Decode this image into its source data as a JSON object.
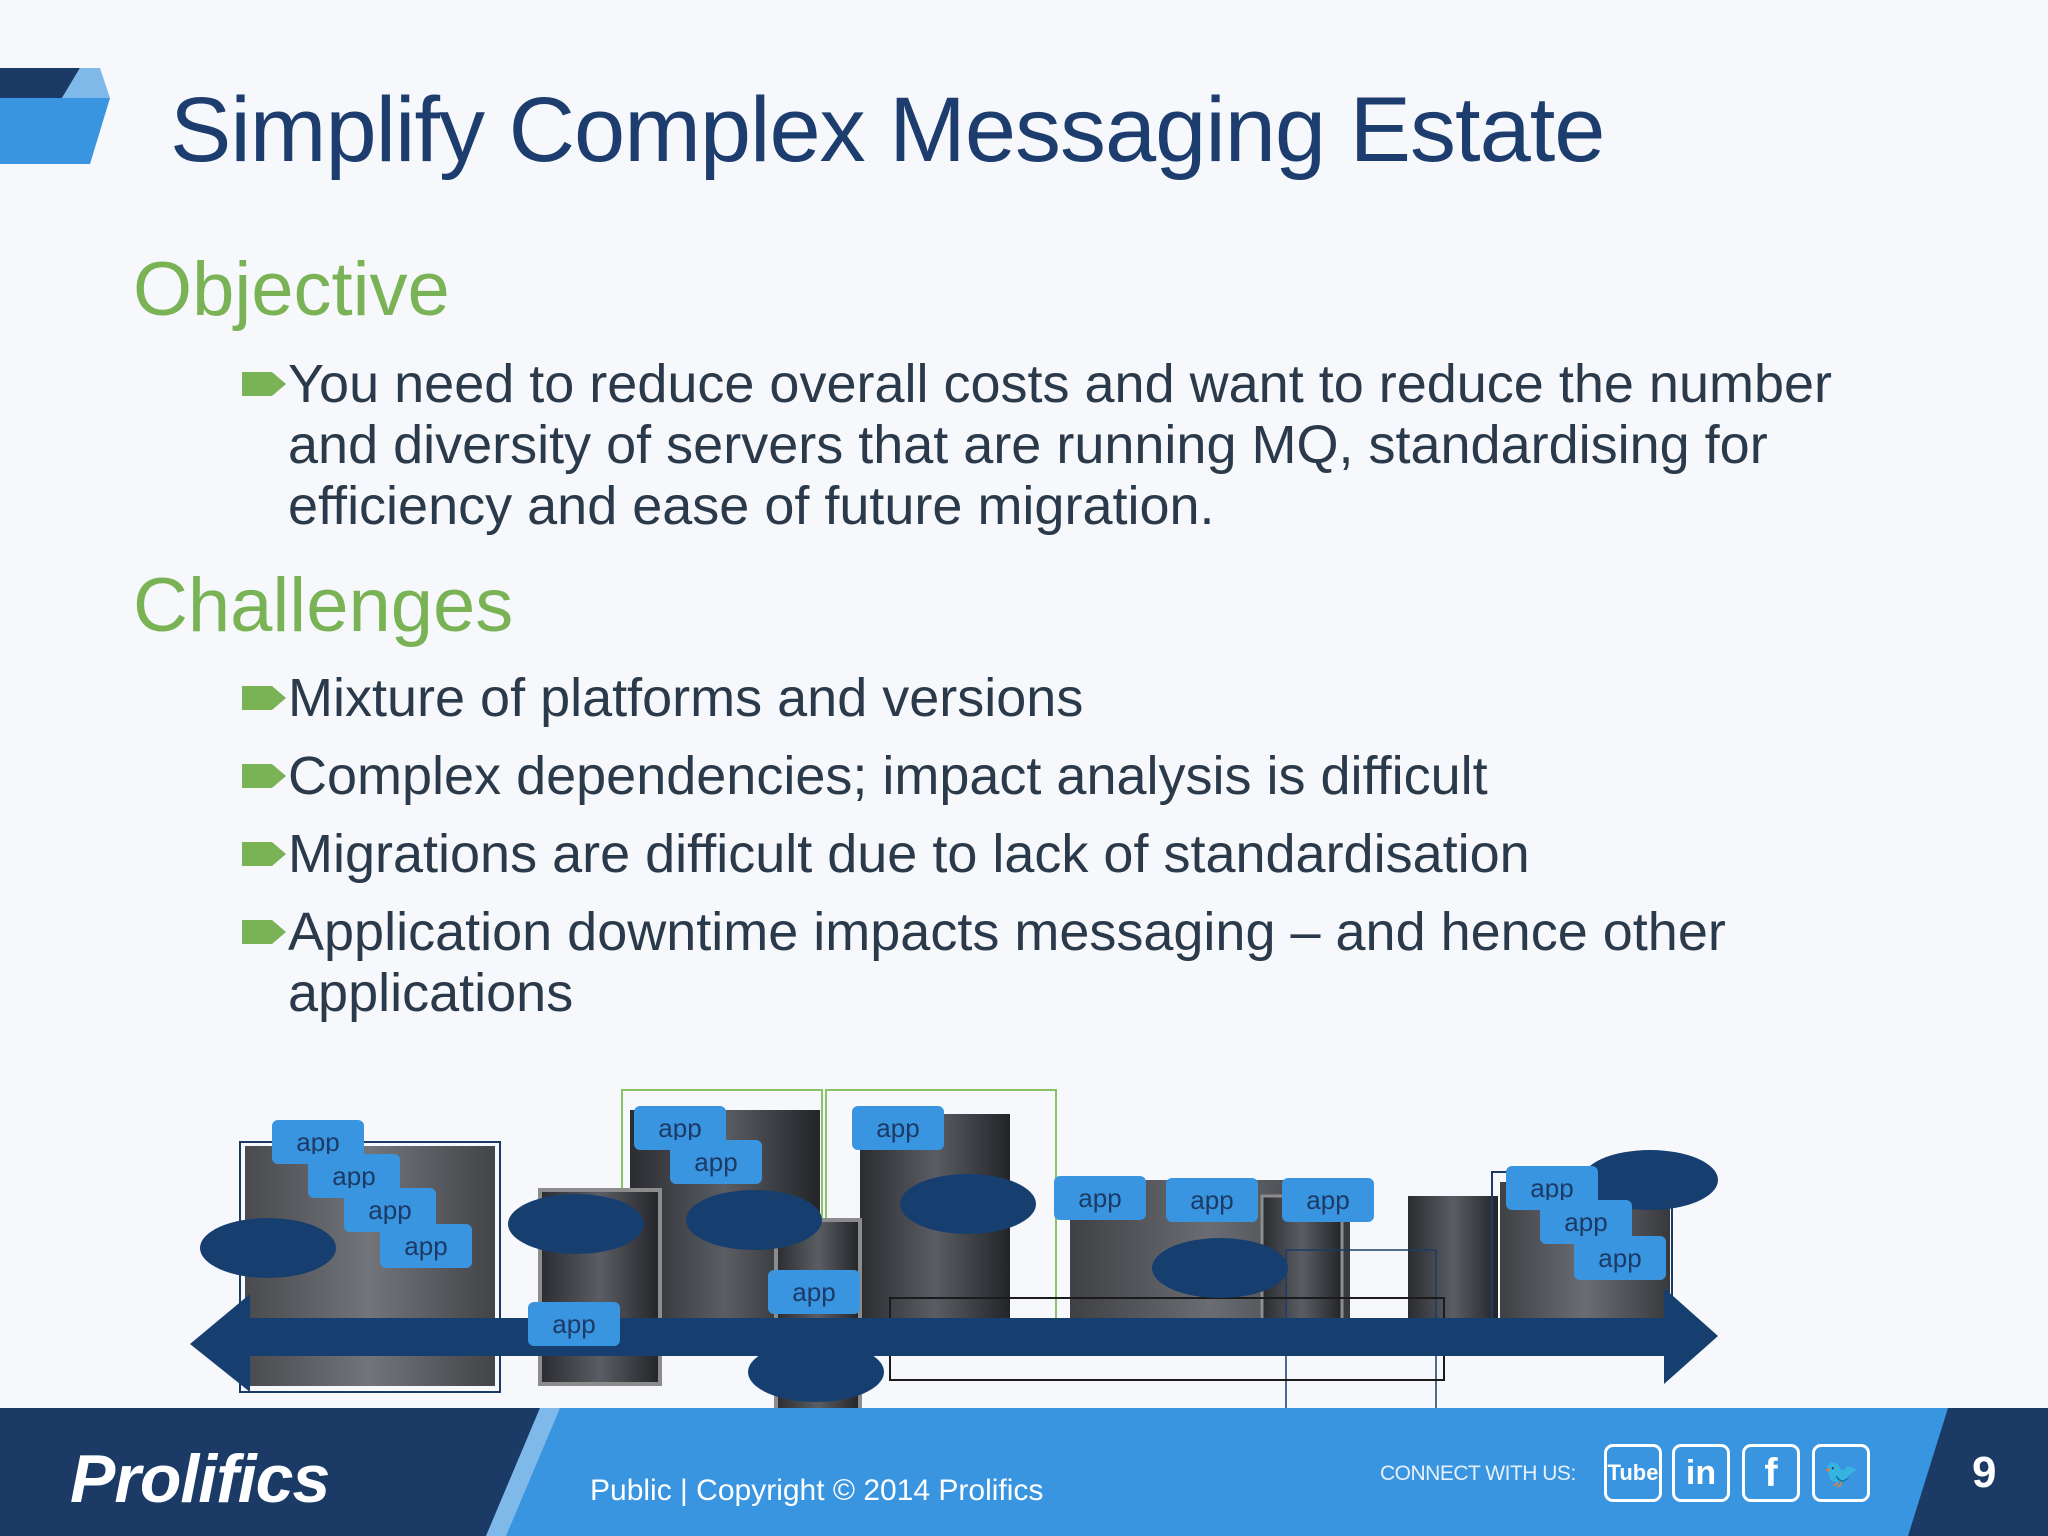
{
  "slide": {
    "title": "Simplify Complex Messaging Estate",
    "objective_heading": "Objective",
    "objective_text": "You need to reduce overall costs and want to reduce the number and diversity of servers that are running MQ, standardising for efficiency and ease of future migration.",
    "challenges_heading": "Challenges",
    "challenges": [
      "Mixture of platforms and versions",
      "Complex dependencies; impact analysis is difficult",
      "Migrations are difficult due to lack of standardisation",
      "Application downtime impacts messaging – and hence other applications"
    ]
  },
  "diagram": {
    "app_label": "app"
  },
  "footer": {
    "brand": "Prolifics",
    "text": "Public  |  Copyright © 2014 Prolifics",
    "connect_label": "CONNECT WITH US:",
    "social": [
      {
        "name": "youtube-icon",
        "label": "Tube"
      },
      {
        "name": "linkedin-icon",
        "label": "in"
      },
      {
        "name": "facebook-icon",
        "label": "f"
      },
      {
        "name": "twitter-icon",
        "label": "🐦"
      }
    ],
    "page_number": "9"
  },
  "colors": {
    "title": "#1c3d6e",
    "heading": "#7ab356",
    "footer_dark": "#1b3a66",
    "footer_light": "#3a95e0",
    "app_box": "#3a95e0",
    "node_oval": "#163f70"
  }
}
